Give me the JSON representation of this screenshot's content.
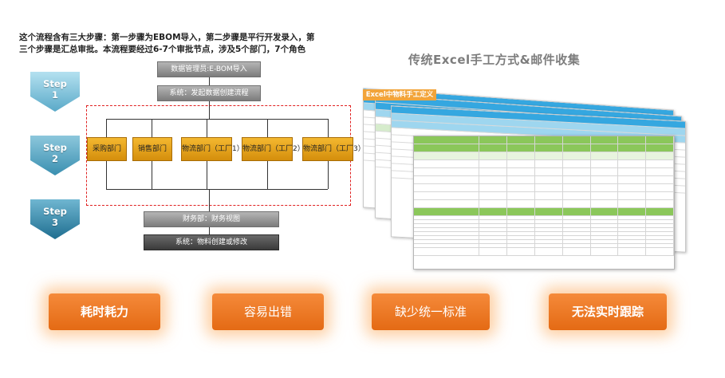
{
  "intro": "这个流程含有三大步骤：第一步骤为EBOM导入，第二步骤是平行开发录入，第三个步骤是汇总审批。本流程要经过6-7个审批节点，涉及5个部门，7个角色",
  "steps": [
    {
      "label": "Step",
      "num": "1"
    },
    {
      "label": "Step",
      "num": "2"
    },
    {
      "label": "Step",
      "num": "3"
    }
  ],
  "flow": {
    "top1": "数据管理员:E-BOM导入",
    "top2": "系统：发起数据创建流程",
    "departments": [
      "采购部门",
      "销售部门",
      "物流部门（工厂1）",
      "物流部门（工厂2）",
      "物流部门（工厂3）"
    ],
    "finance": "财务部：财务视图",
    "system_end": "系统：物料创建或修改"
  },
  "right_title": "传统Excel手工方式&邮件收集",
  "excel_label": "Excel中物料手工定义",
  "problems": [
    "耗时耗力",
    "容易出错",
    "缺少统一标准",
    "无法实时跟踪"
  ],
  "colors": {
    "step_blue": "#3a8fb0",
    "dept_orange": "#f0aa22",
    "problem_orange": "#f07a25",
    "dash_red": "#e02020"
  }
}
